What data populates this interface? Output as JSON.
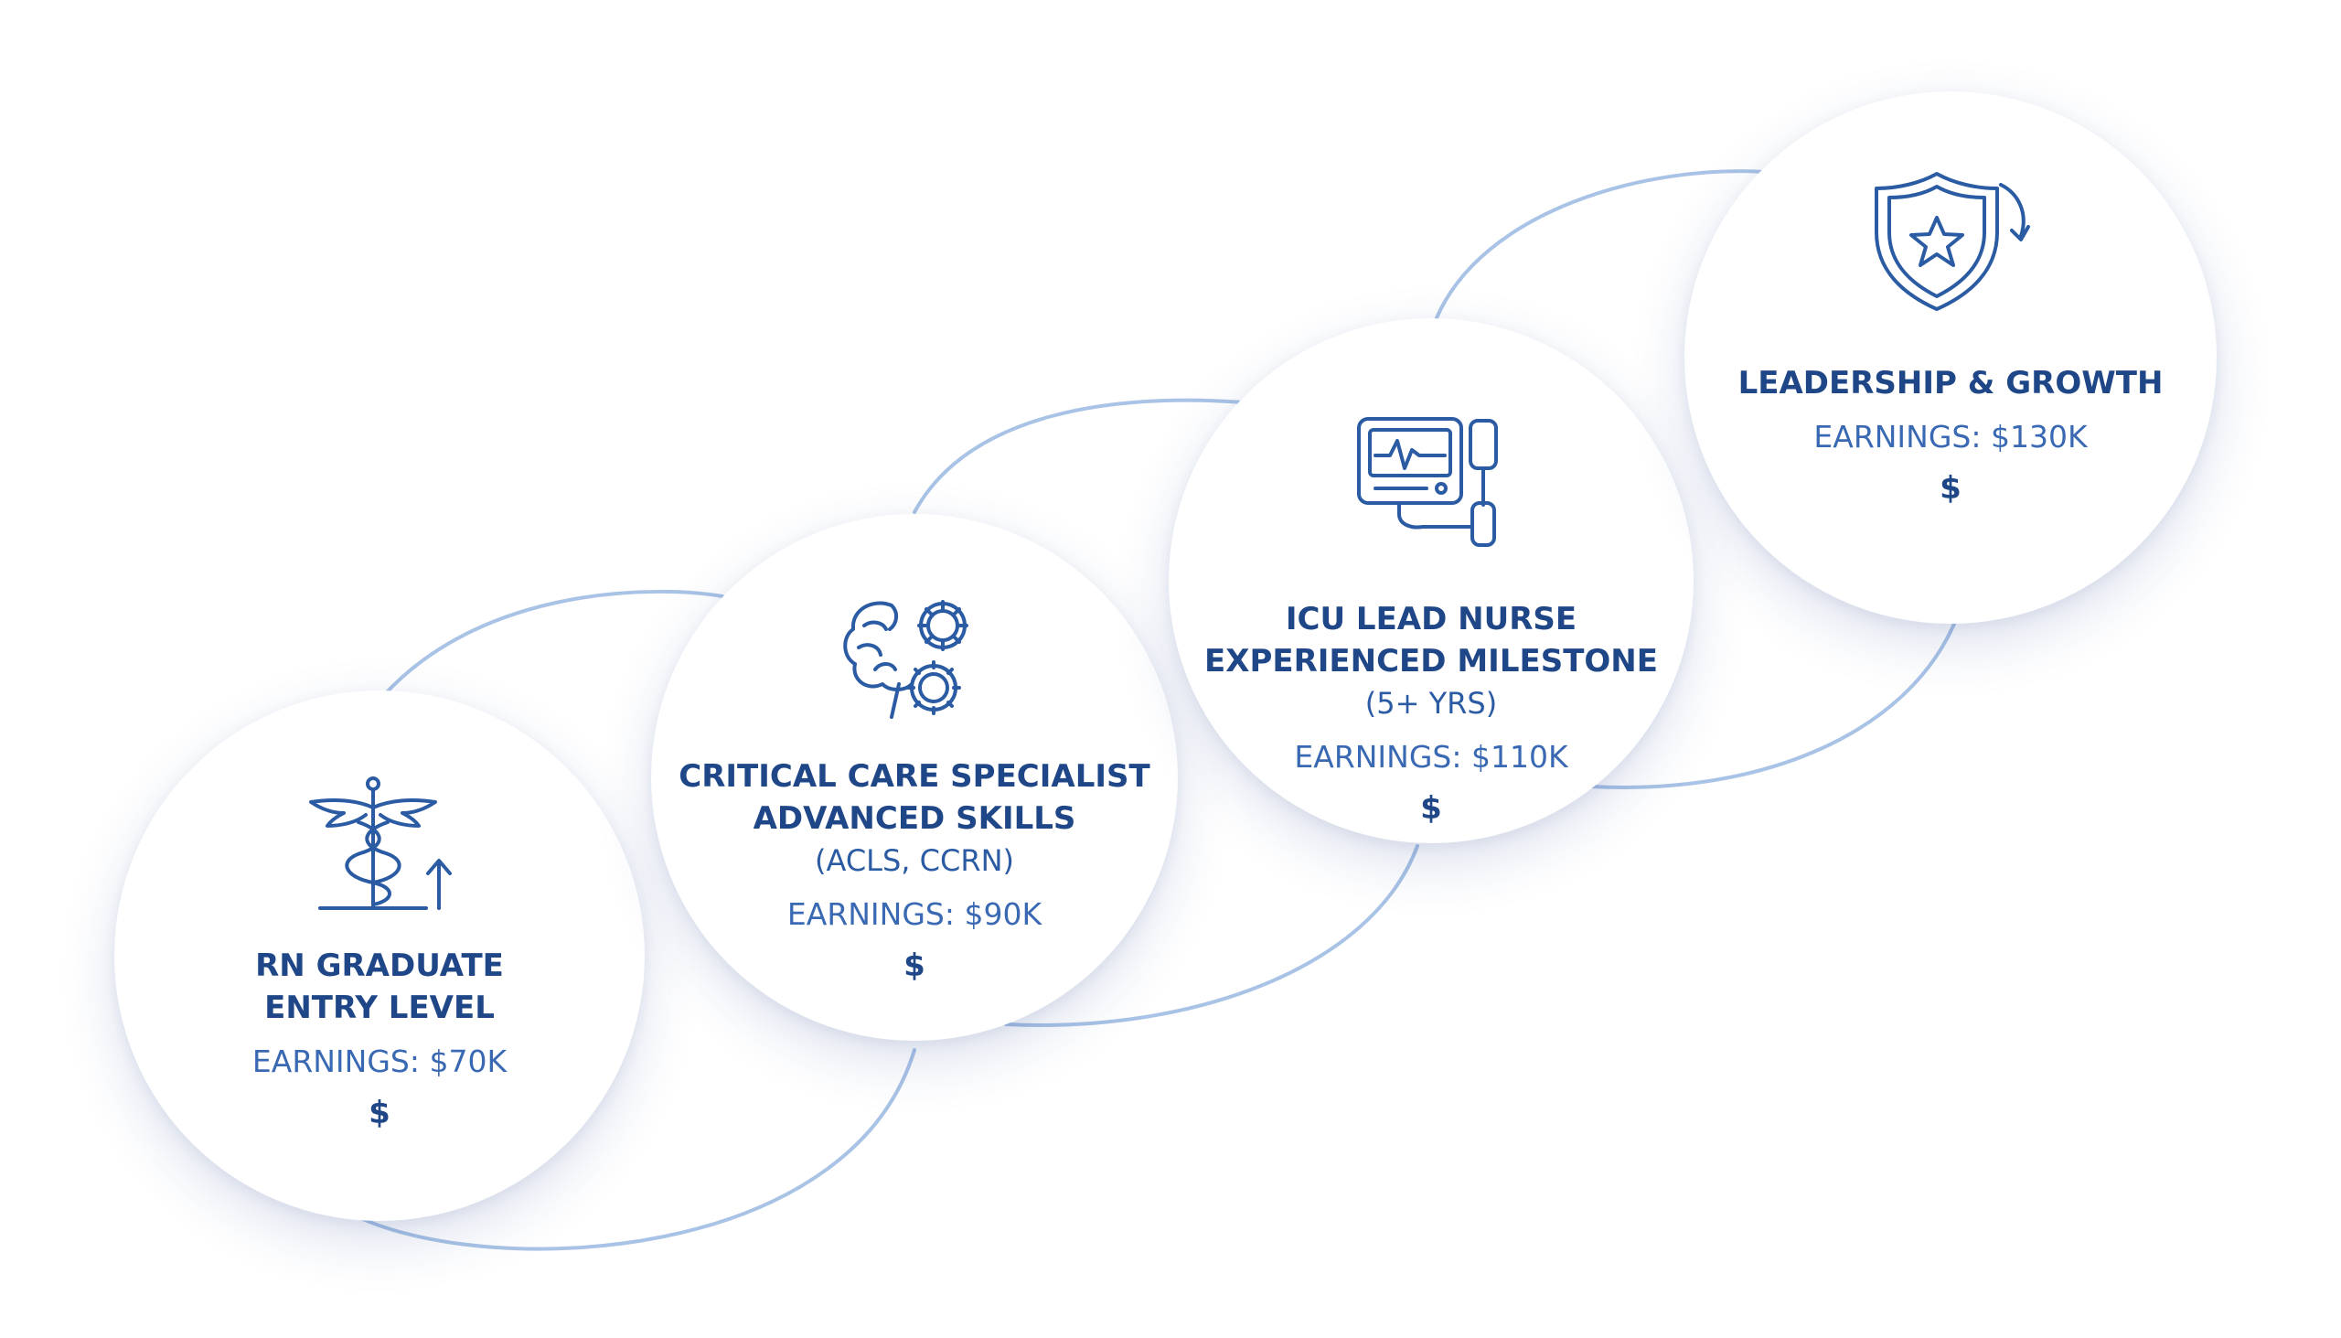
{
  "colors": {
    "primary": "#1f4788",
    "accent": "#3a69b3",
    "connector": "#a9c3e6",
    "background": "#ffffff"
  },
  "steps": [
    {
      "icon": "caduceus-arrow-icon",
      "title_lines": [
        "RN GRADUATE",
        "ENTRY LEVEL"
      ],
      "subtitle": "",
      "earnings": "EARNINGS: $70K",
      "currency": "$"
    },
    {
      "icon": "brain-gears-icon",
      "title_lines": [
        "CRITICAL CARE SPECIALIST",
        "ADVANCED SKILLS"
      ],
      "subtitle": "(ACLS, CCRN)",
      "earnings": "EARNINGS: $90K",
      "currency": "$"
    },
    {
      "icon": "patient-monitor-icon",
      "title_lines": [
        "ICU LEAD NURSE",
        "EXPERIENCED MILESTONE"
      ],
      "subtitle": "(5+ YRS)",
      "earnings": "EARNINGS: $110K",
      "currency": "$"
    },
    {
      "icon": "shield-star-icon",
      "title_lines": [
        "LEADERSHIP & GROWTH"
      ],
      "subtitle": "",
      "earnings": "EARNINGS: $130K",
      "currency": "$"
    }
  ]
}
